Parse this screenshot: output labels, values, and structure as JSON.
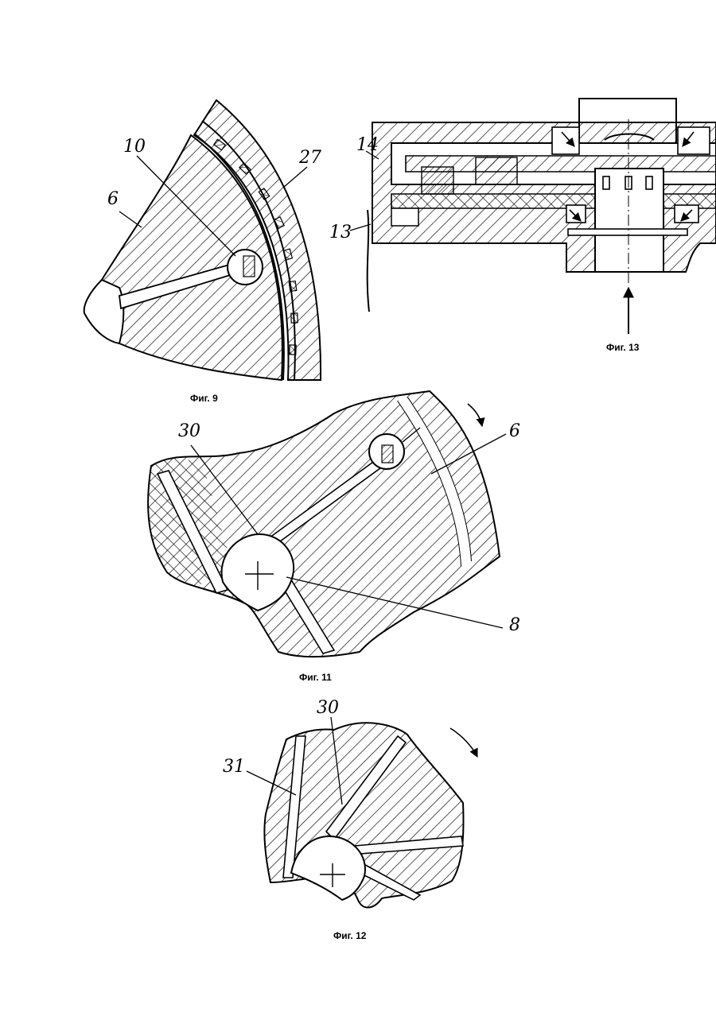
{
  "figures": {
    "fig9": {
      "caption": "Фиг. 9",
      "labels": {
        "l6": "6",
        "l10": "10",
        "l27": "27"
      }
    },
    "fig13": {
      "caption": "Фиг. 13",
      "labels": {
        "l14": "14",
        "l13": "13"
      }
    },
    "fig11": {
      "caption": "Фиг. 11",
      "labels": {
        "l30": "30",
        "l6": "6",
        "l8": "8"
      }
    },
    "fig12": {
      "caption": "Фиг. 12",
      "labels": {
        "l30": "30",
        "l31": "31"
      }
    }
  }
}
